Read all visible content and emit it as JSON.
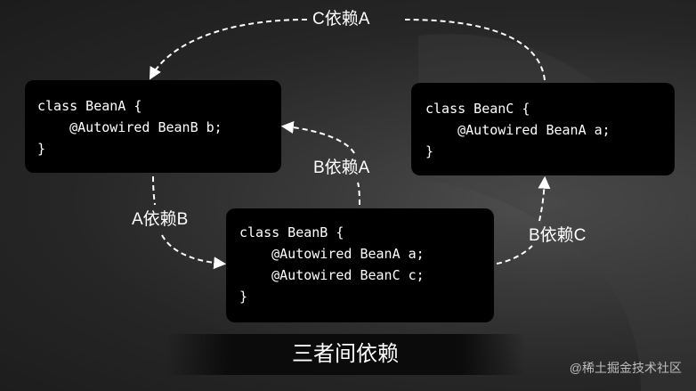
{
  "diagram": {
    "nodes": {
      "bean_a": {
        "lines": [
          "class BeanA {",
          "    @Autowired BeanB b;",
          "}"
        ]
      },
      "bean_b": {
        "lines": [
          "class BeanB {",
          "    @Autowired BeanA a;",
          "    @Autowired BeanC c;",
          "}"
        ]
      },
      "bean_c": {
        "lines": [
          "class BeanC {",
          "    @Autowired BeanA a;",
          "}"
        ]
      }
    },
    "edges": {
      "c_depends_a": "C依赖A",
      "b_depends_a": "B依赖A",
      "a_depends_b": "A依赖B",
      "b_depends_c": "B依赖C"
    },
    "caption": "三者间依赖"
  },
  "watermark": "@稀土掘金技术社区",
  "colors": {
    "background": "#262626",
    "box": "#000000",
    "text": "#ffffff",
    "arrow": "#ffffff"
  }
}
